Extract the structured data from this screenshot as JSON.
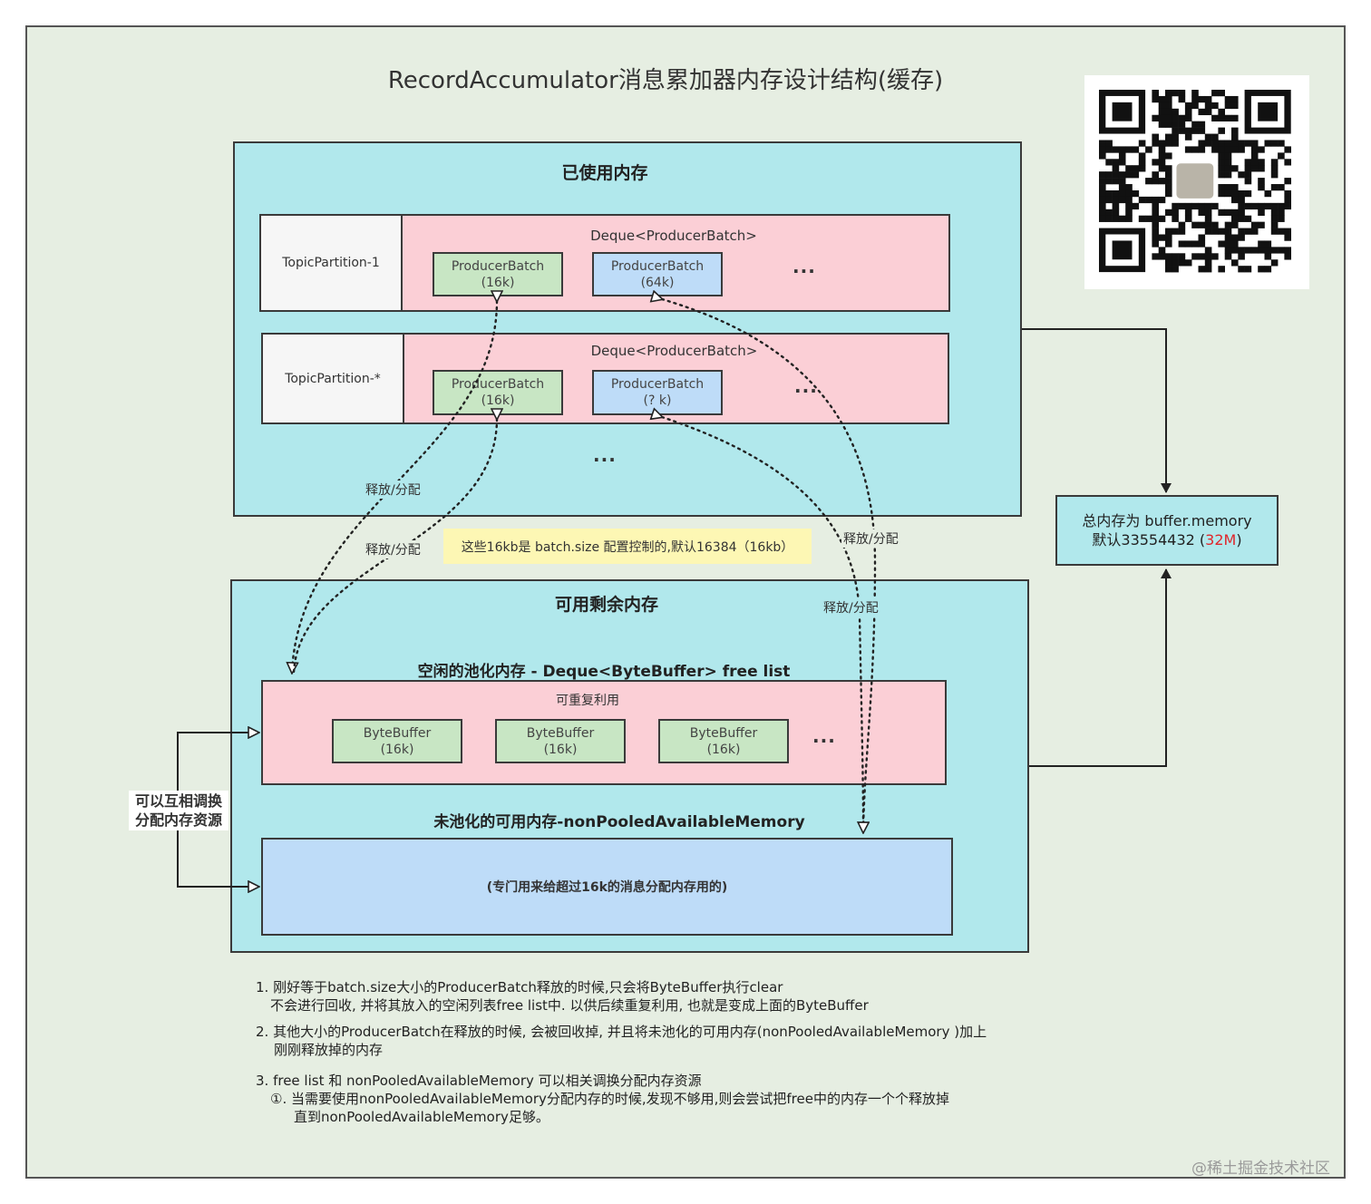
{
  "title": "RecordAccumulator消息累加器内存设计结构(缓存)",
  "used_memory": {
    "title": "已使用内存",
    "partitions": [
      {
        "name": "TopicPartition-1",
        "deque": "Deque<ProducerBatch>",
        "batches": [
          {
            "name": "ProducerBatch",
            "size": "(16k)"
          },
          {
            "name": "ProducerBatch",
            "size": "(64k)"
          }
        ],
        "more": "..."
      },
      {
        "name": "TopicPartition-*",
        "deque": "Deque<ProducerBatch>",
        "batches": [
          {
            "name": "ProducerBatch",
            "size": "(16k)"
          },
          {
            "name": "ProducerBatch",
            "size": "(? k)"
          }
        ],
        "more": "..."
      }
    ],
    "more": "..."
  },
  "release_label": "释放/分配",
  "batch_note": "这些16kb是 batch.size 配置控制的,默认16384（16kb）",
  "total_memory": {
    "line1": "总内存为 buffer.memory",
    "line2_prefix": "默认33554432 (",
    "line2_highlight": "32M",
    "line2_suffix": ")",
    "highlight_color": "#e0262b"
  },
  "available_memory": {
    "title": "可用剩余内存",
    "free_list": {
      "title": "空闲的池化内存 - Deque<ByteBuffer> free list",
      "subtitle": "可重复利用",
      "buffers": [
        {
          "name": "ByteBuffer",
          "size": "(16k)"
        },
        {
          "name": "ByteBuffer",
          "size": "(16k)"
        },
        {
          "name": "ByteBuffer",
          "size": "(16k)"
        }
      ],
      "more": "..."
    },
    "non_pooled": {
      "title": "未池化的可用内存-nonPooledAvailableMemory",
      "desc": "(专门用来给超过16k的消息分配内存用的)"
    }
  },
  "swap_label": {
    "line1": "可以互相调换",
    "line2": "分配内存资源"
  },
  "notes": {
    "n1_l1": "1. 刚好等于batch.size大小的ProducerBatch释放的时候,只会将ByteBuffer执行clear",
    "n1_l2": "不会进行回收, 并将其放入的空闲列表free list中. 以供后续重复利用, 也就是变成上面的ByteBuffer",
    "n2_l1": "2. 其他大小的ProducerBatch在释放的时候, 会被回收掉, 并且将未池化的可用内存(nonPooledAvailableMemory )加上",
    "n2_l2": "刚刚释放掉的内存",
    "n3_l1": "3. free list 和 nonPooledAvailableMemory 可以相关调换分配内存资源",
    "n3_l2": "①. 当需要使用nonPooledAvailableMemory分配内存的时候,发现不够用,则会尝试把free中的内存一个个释放掉",
    "n3_l3": "直到nonPooledAvailableMemory足够。"
  },
  "watermark": "@稀土掘金技术社区"
}
